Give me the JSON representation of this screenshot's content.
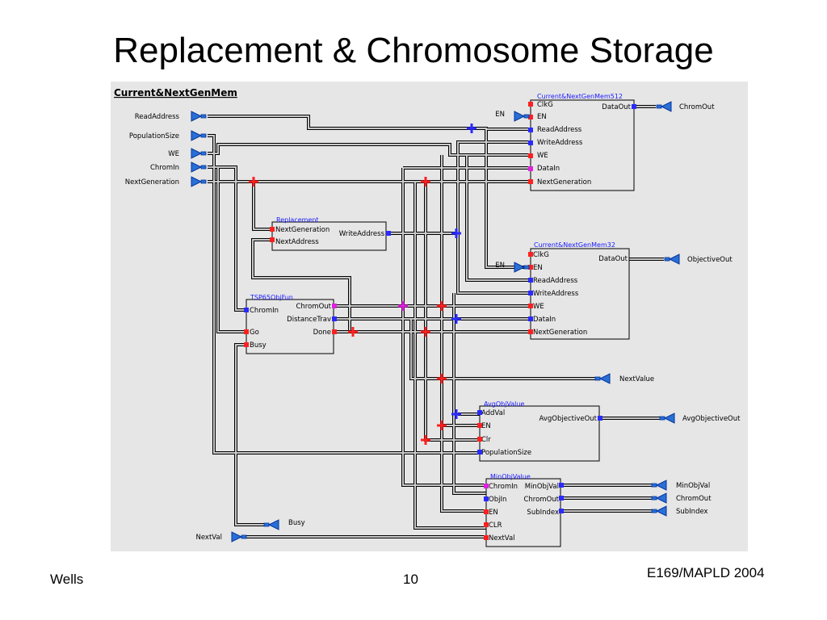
{
  "slide": {
    "title": "Replacement & Chromosome Storage",
    "footer_left": "Wells",
    "footer_center": "10",
    "footer_right": "E169/MAPLD 2004"
  },
  "diagram": {
    "top_label": "Current&NextGenMem",
    "inputs": {
      "read_address": "ReadAddress",
      "population_size": "PopulationSize",
      "we": "WE",
      "chrom_in": "ChromIn",
      "next_generation": "NextGeneration",
      "next_val": "NextVal",
      "en": "EN"
    },
    "outputs": {
      "chrom_out": "ChromOut",
      "objective_out": "ObjectiveOut",
      "next_value": "NextValue",
      "avg_objective_out": "AvgObjectiveOut",
      "min_obj_val": "MinObjVal",
      "chrom_out_2": "ChromOut",
      "sub_index": "SubIndex",
      "busy": "Busy"
    },
    "blocks": {
      "mem512": {
        "title": "Current&NextGenMem512",
        "ports_in": [
          "ClkG",
          "EN",
          "ReadAddress",
          "WriteAddress",
          "WE",
          "DataIn",
          "NextGeneration"
        ],
        "port_out": "DataOut"
      },
      "mem32": {
        "title": "Current&NextGenMem32",
        "ports_in": [
          "ClkG",
          "EN",
          "ReadAddress",
          "WriteAddress",
          "WE",
          "DataIn",
          "NextGeneration"
        ],
        "port_out": "DataOut"
      },
      "replacement": {
        "title": "Replacement",
        "ports_in": [
          "NextGeneration",
          "NextAddress"
        ],
        "port_out": "WriteAddress"
      },
      "tsp": {
        "title": "TSP65ObjFun",
        "ports_in": [
          "ChromIn",
          "Go",
          "Busy"
        ],
        "ports_out": [
          "ChromOut",
          "DistanceTrav",
          "Done"
        ]
      },
      "avg": {
        "title": "AvgObjValue",
        "ports_in": [
          "AddVal",
          "EN",
          "Clr",
          "PopulationSize"
        ],
        "port_out": "AvgObjectiveOut"
      },
      "min": {
        "title": "MinObjValue",
        "ports_in": [
          "ChromIn",
          "ObjIn",
          "EN",
          "CLR",
          "NextVal"
        ],
        "ports_out": [
          "MinObjVal",
          "ChromOut",
          "SubIndex"
        ]
      }
    },
    "colors": {
      "background": "#e6e6e6",
      "wire": "#000000",
      "wire_fill": "#c8c8c8",
      "junction_red": "#ff2020",
      "junction_blue": "#2a2aff",
      "junction_magenta": "#e020e0",
      "label_blue": "#1a1aff"
    }
  }
}
